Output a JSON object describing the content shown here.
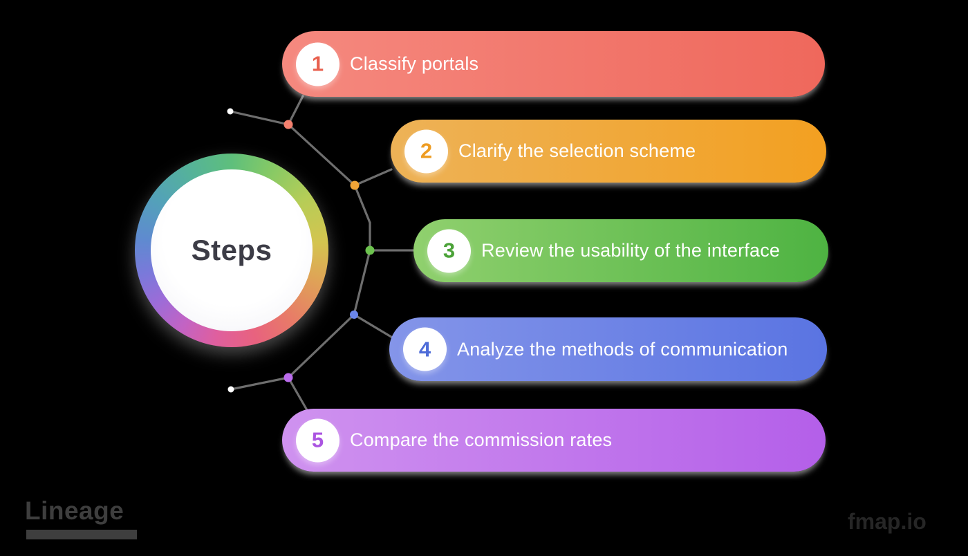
{
  "diagram": {
    "center_label": "Steps",
    "steps": [
      {
        "number": "1",
        "label": "Classify portals",
        "bar_color_from": "#f5897f",
        "bar_color_to": "#ef685c",
        "number_color": "#e8604f",
        "dot_color": "#f4806e"
      },
      {
        "number": "2",
        "label": "Clarify the selection scheme",
        "bar_color_from": "#edb257",
        "bar_color_to": "#f3a021",
        "number_color": "#ee9c22",
        "dot_color": "#f0a437"
      },
      {
        "number": "3",
        "label": "Review the usability of the interface",
        "bar_color_from": "#90d06e",
        "bar_color_to": "#4eb342",
        "number_color": "#4ba238",
        "dot_color": "#6cc24e"
      },
      {
        "number": "4",
        "label": "Analyze the methods of communication",
        "bar_color_from": "#8495e9",
        "bar_color_to": "#5a74e2",
        "number_color": "#4e6cd8",
        "dot_color": "#6b86ea"
      },
      {
        "number": "5",
        "label": "Compare the commission rates",
        "bar_color_from": "#cf92ef",
        "bar_color_to": "#b45fe9",
        "number_color": "#ab55e1",
        "dot_color": "#bb6ced"
      }
    ],
    "connector_color": "#6e6e6e",
    "hub_text_color": "#3c3c46"
  },
  "watermarks": {
    "left_logo": "Lineage",
    "right_logo": "fmap.io"
  }
}
